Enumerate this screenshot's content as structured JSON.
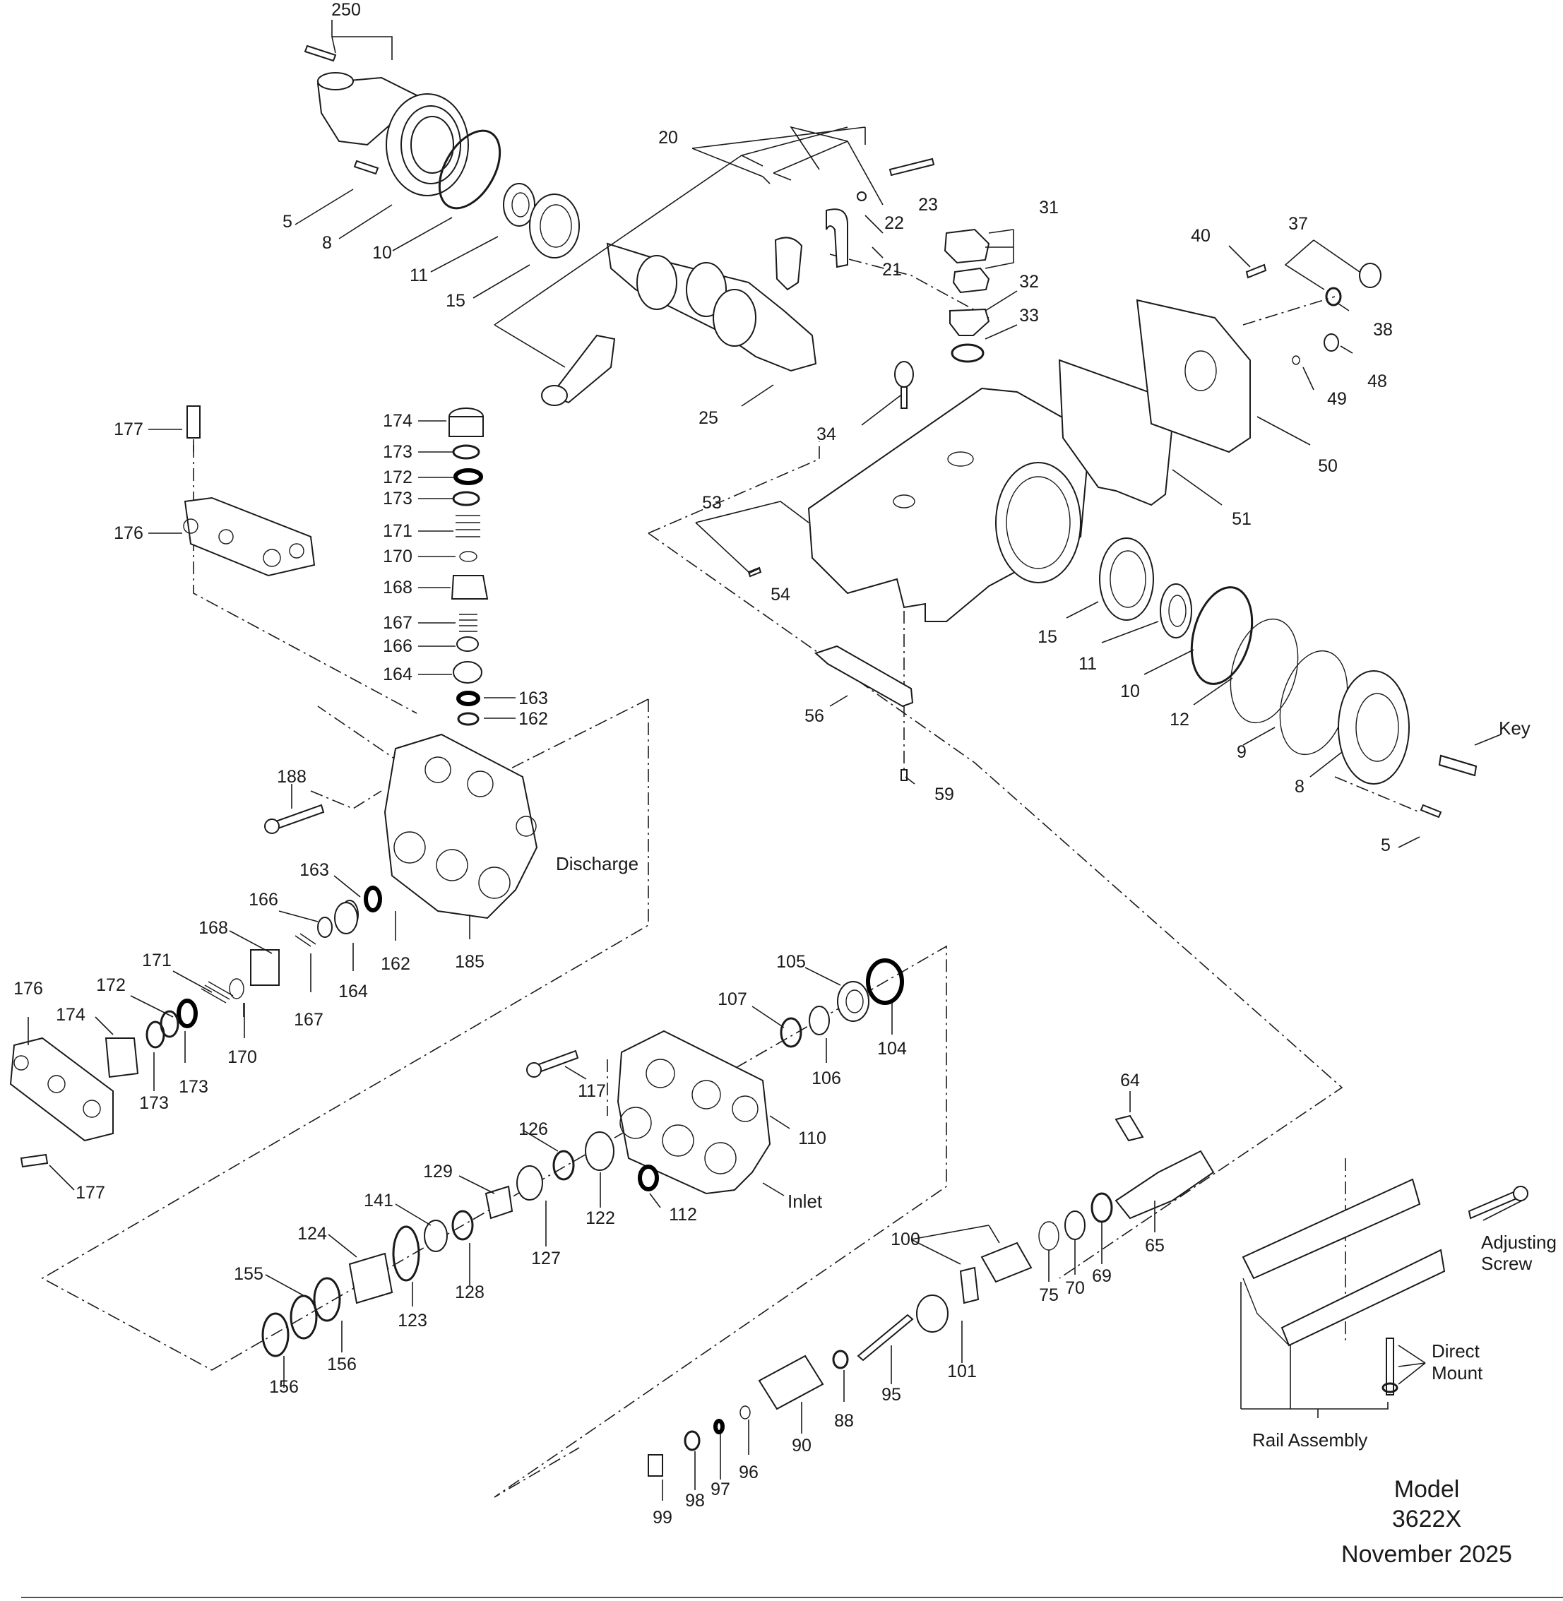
{
  "title": {
    "model_label": "Model",
    "model_number": "3622X",
    "date": "November 2025"
  },
  "captions": {
    "discharge": "Discharge",
    "inlet": "Inlet",
    "key": "Key",
    "adjusting_screw_1": "Adjusting",
    "adjusting_screw_2": "Screw",
    "direct_mount_1": "Direct",
    "direct_mount_2": "Mount",
    "rail_assembly": "Rail Assembly"
  },
  "callouts": [
    "250",
    "5",
    "8",
    "10",
    "11",
    "15",
    "20",
    "22",
    "23",
    "21",
    "25",
    "31",
    "32",
    "33",
    "34",
    "40",
    "37",
    "38",
    "48",
    "49",
    "50",
    "51",
    "53",
    "54",
    "15",
    "11",
    "10",
    "12",
    "9",
    "8",
    "5",
    "56",
    "59",
    "177",
    "176",
    "174",
    "173",
    "172",
    "173",
    "171",
    "170",
    "168",
    "167",
    "166",
    "164",
    "163",
    "162",
    "188",
    "185",
    "163",
    "166",
    "168",
    "171",
    "172",
    "176",
    "174",
    "173",
    "173",
    "170",
    "167",
    "164",
    "162",
    "177",
    "105",
    "107",
    "106",
    "104",
    "117",
    "110",
    "126",
    "122",
    "112",
    "129",
    "127",
    "141",
    "128",
    "124",
    "123",
    "155",
    "156",
    "156",
    "64",
    "65",
    "100",
    "75",
    "70",
    "69",
    "101",
    "95",
    "88",
    "90",
    "96",
    "97",
    "98",
    "99"
  ]
}
